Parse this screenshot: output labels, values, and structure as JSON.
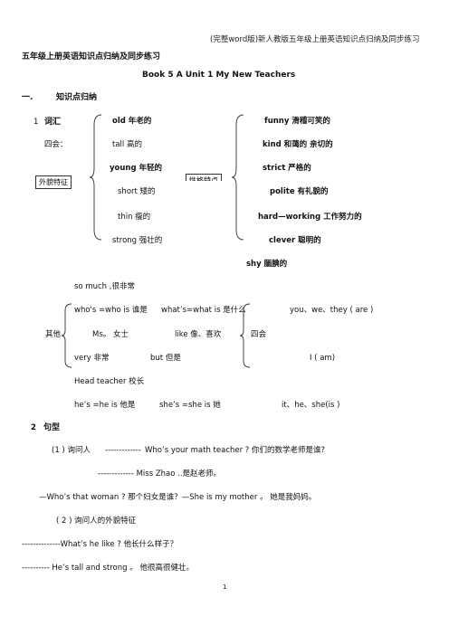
{
  "header": {
    "running_title": "(完整word版)新人教版五年级上册英语知识点归纳及同步练习"
  },
  "doc": {
    "title": "五年级上册英语知识点归纳及同步练习",
    "unit_title": "Book 5    A      Unit 1 My New Teachers",
    "section1": "一.",
    "section1_title": "知识点归纳",
    "item1_num": "1",
    "item1_label": "词汇",
    "four_skill": "四会：",
    "appearance_box": "外貌特征",
    "personality_box": "性格特点",
    "col1": [
      "old  年老的",
      "tall 高的",
      "young 年轻的",
      "short  矮的",
      "thin  瘦的",
      "strong 强壮的"
    ],
    "col2": [
      "funny 滑稽可笑的",
      "kind 和蔼的  亲切的",
      "strict   严格的",
      "polite    有礼貌的",
      "hard—working  工作努力的",
      "clever  聪明的"
    ],
    "shy": "shy    腼腆的",
    "so_much": "so much ,很非常",
    "others_label": "其他",
    "whos": "who's =who is 谁是",
    "whats": "what’s=what is 是什么",
    "pron_are": "you、we、they ( are )",
    "ms": "Ms。  女士",
    "like": "like  像、喜欢",
    "four_skill2": "四会",
    "very": "very  非常",
    "but": "but  但是",
    "pron_am": "I ( am)",
    "head_teacher": "Head teacher  校长",
    "hes": "he’s =he is 他是",
    "shes": "she’s =she is  她",
    "pron_is": "it、he、she(is )",
    "item2_num": "2",
    "item2_label": "句型",
    "s1_label": "(1 ) 询问人",
    "s1_dash": "-------------",
    "s1_q": "Who’s    your    math teacher  ?   你们的数学老师是谁?",
    "s1_a": "------------- Miss Zhao ..是赵老师。",
    "s1_ex": "—Who’s that woman ?   那个妇女是谁？—She is my mother  。     她是我妈妈。",
    "s2_label": "( 2 )   询问人的外貌特征",
    "s2_q": "--------------What’s he like  ?  他长什么样子？",
    "s2_a": "---------- He’s tall and strong  。     他很高很健壮。",
    "page_number": "1"
  }
}
